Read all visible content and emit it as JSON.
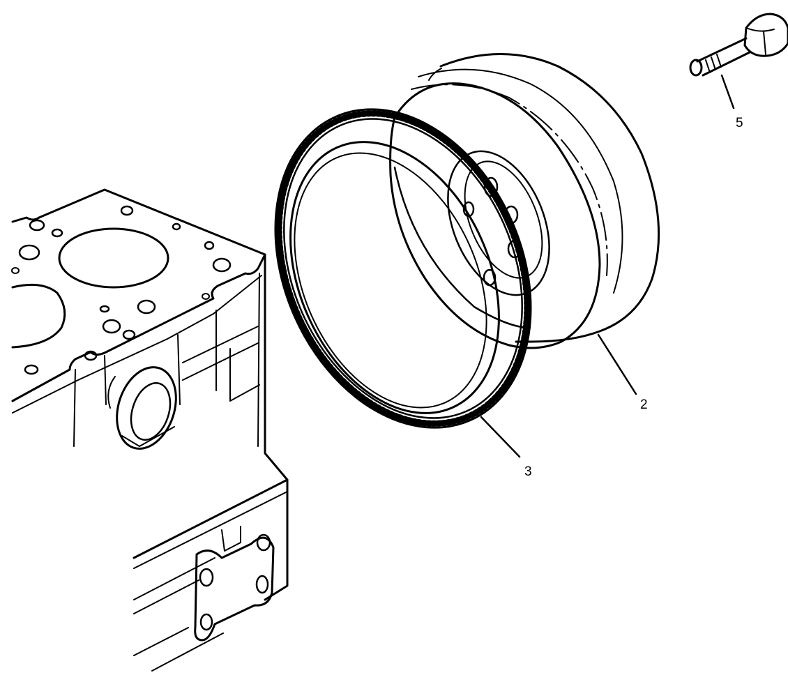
{
  "callouts": {
    "part_2": "2",
    "part_3": "3",
    "part_5": "5"
  },
  "colors": {
    "line": "#000000",
    "background": "#ffffff"
  }
}
